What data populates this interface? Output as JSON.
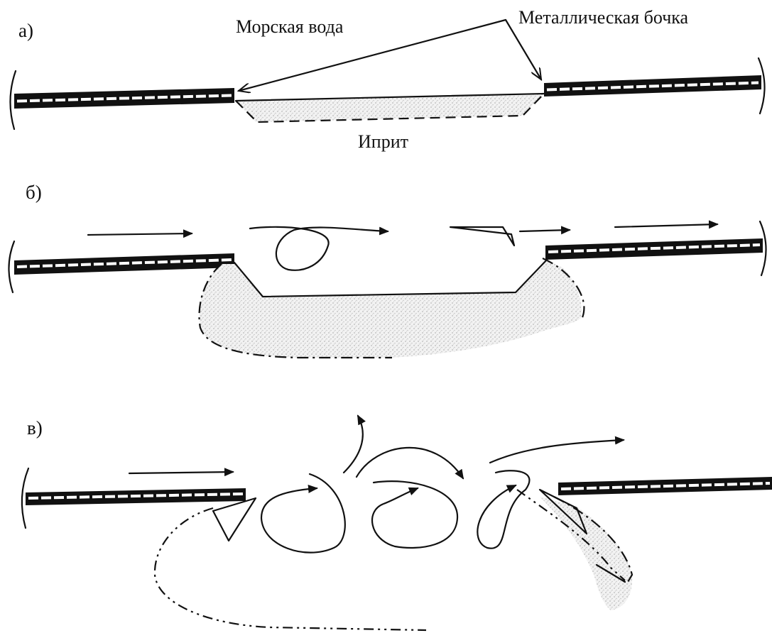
{
  "panels": [
    {
      "id": "a",
      "label": "а)"
    },
    {
      "id": "b",
      "label": "б)"
    },
    {
      "id": "v",
      "label": "в)"
    }
  ],
  "labels": {
    "sea_water": "Морская вода",
    "metal_barrel": "Металлическая бочка",
    "mustard_gas": "Иприт"
  }
}
